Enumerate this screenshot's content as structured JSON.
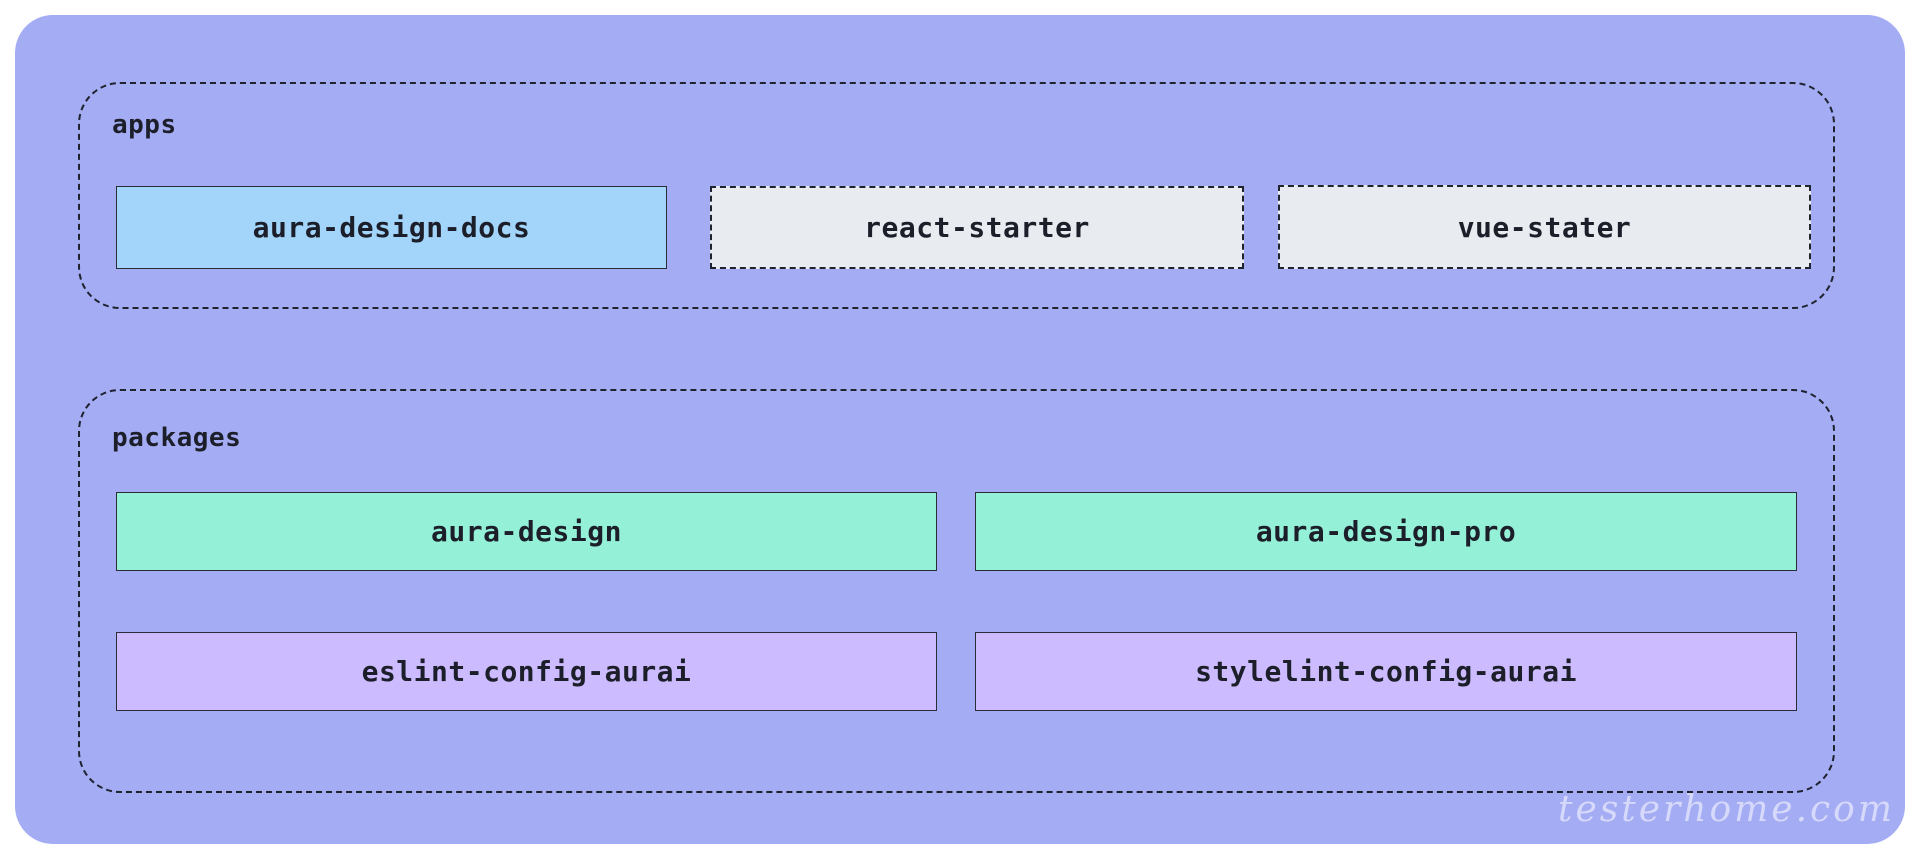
{
  "diagram": {
    "groups": {
      "apps": {
        "label": "apps",
        "nodes": {
          "docs": "aura-design-docs",
          "react": "react-starter",
          "vue": "vue-stater"
        }
      },
      "packages": {
        "label": "packages",
        "nodes": {
          "aura_design": "aura-design",
          "aura_design_pro": "aura-design-pro",
          "eslint": "eslint-config-aurai",
          "stylelint": "stylelint-config-aurai"
        }
      }
    },
    "colors": {
      "background": "#a4acf3",
      "app_primary": "#a3d5fb",
      "app_template": "#e8ebef",
      "package_lib": "#94f1d8",
      "package_config": "#ccbcff"
    }
  },
  "watermark": "testerhome.com"
}
